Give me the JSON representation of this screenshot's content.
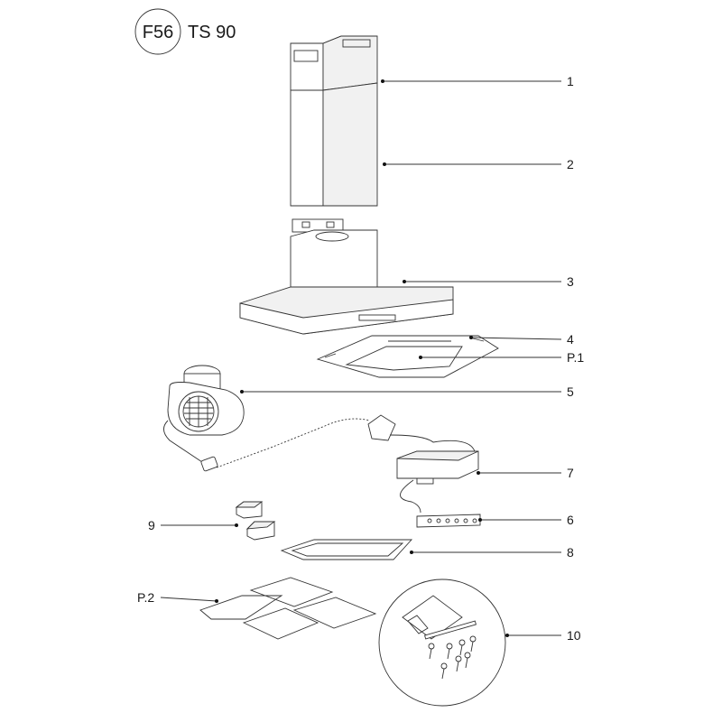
{
  "header": {
    "model_code": "F56",
    "model_name": "TS 90"
  },
  "callouts": {
    "c1": "1",
    "c2": "2",
    "c3": "3",
    "c4": "4",
    "p1": "P.1",
    "c5": "5",
    "c6": "6",
    "c7": "7",
    "c8": "8",
    "c9": "9",
    "p2": "P.2",
    "c10": "10"
  },
  "colors": {
    "filter_fill": "#9a8f5c",
    "line": "#333333"
  }
}
